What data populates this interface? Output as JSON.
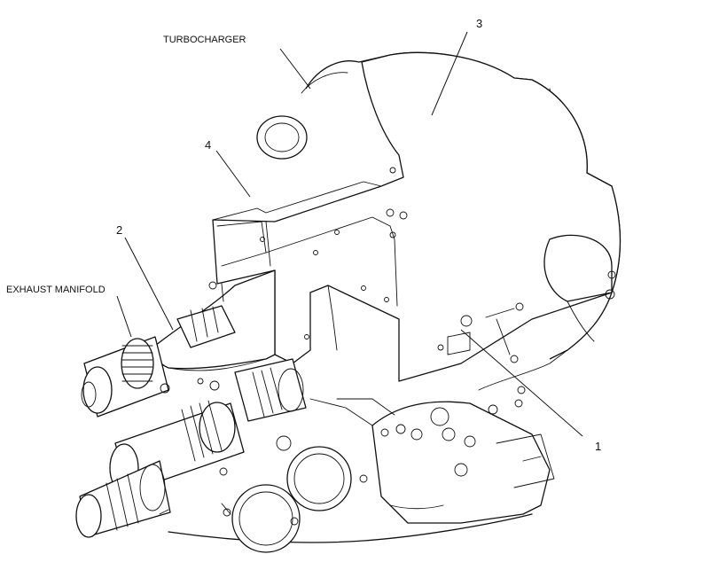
{
  "labels": {
    "turbocharger": "TURBOCHARGER",
    "exhaust_manifold": "EXHAUST MANIFOLD",
    "callout_1": "1",
    "callout_2": "2",
    "callout_3": "3",
    "callout_4": "4"
  },
  "colors": {
    "line": "#111111",
    "background": "#ffffff"
  }
}
